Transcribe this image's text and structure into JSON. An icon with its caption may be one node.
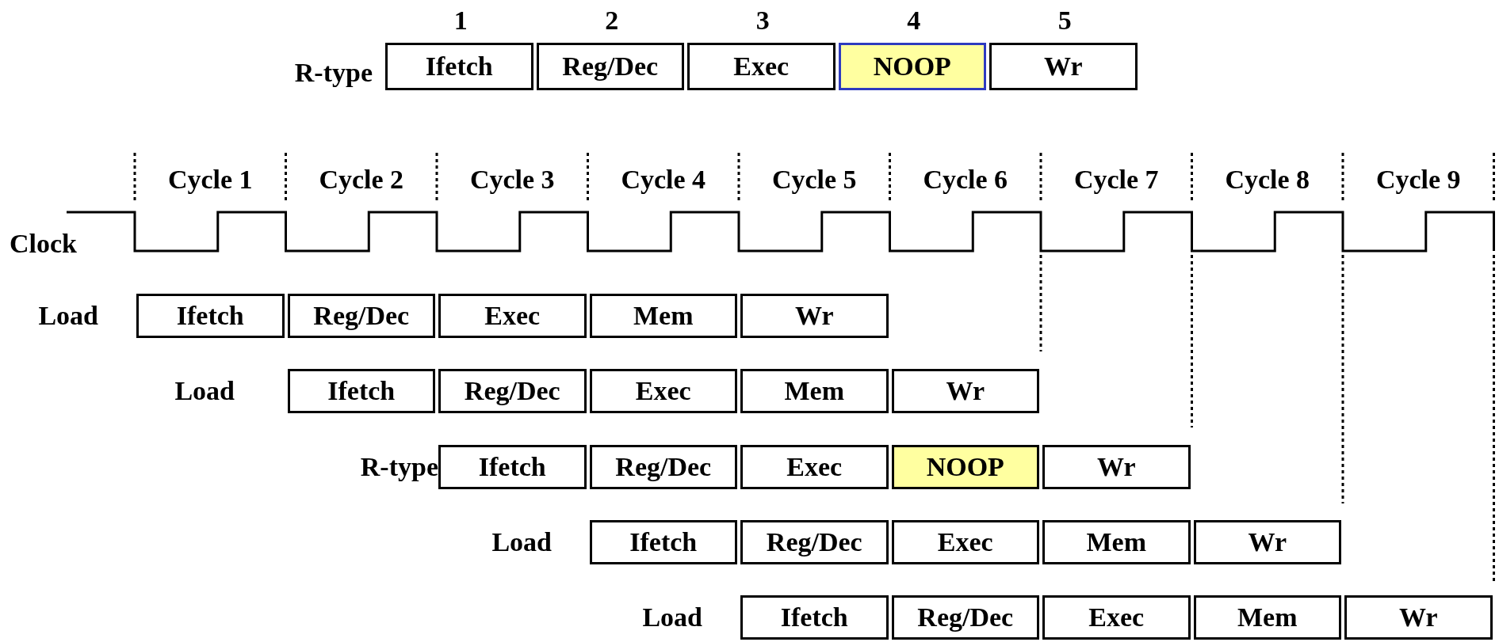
{
  "diagram": {
    "nodes": [
      {
        "text": [
          "Ifetch"
        ]
      },
      {
        "text": [
          "Reg/Dec"
        ]
      },
      {
        "text": [
          "Exec"
        ]
      },
      {
        "text": [
          "NOOP"
        ]
      },
      {
        "text": [
          "Wr"
        ]
      },
      {
        "text": [
          "Ifetch"
        ]
      },
      {
        "text": [
          "Reg/Dec"
        ]
      },
      {
        "text": [
          "Exec"
        ]
      },
      {
        "text": [
          "Mem"
        ]
      },
      {
        "text": [
          "Wr"
        ]
      },
      {
        "text": [
          "Ifetch"
        ]
      },
      {
        "text": [
          "Reg/Dec"
        ]
      },
      {
        "text": [
          "Exec"
        ]
      },
      {
        "text": [
          "Mem"
        ]
      },
      {
        "text": [
          "Wr"
        ]
      },
      {
        "text": [
          "Ifetch"
        ]
      },
      {
        "text": [
          "Reg/Dec"
        ]
      },
      {
        "text": [
          "Exec"
        ]
      },
      {
        "text": [
          "NOOP"
        ]
      },
      {
        "text": [
          "Wr"
        ]
      },
      {
        "text": [
          "Ifetch"
        ]
      },
      {
        "text": [
          "Reg/Dec"
        ]
      },
      {
        "text": [
          "Exec"
        ]
      },
      {
        "text": [
          "Mem"
        ]
      },
      {
        "text": [
          "Wr"
        ]
      },
      {
        "text": [
          "Ifetch"
        ]
      },
      {
        "text": [
          "Reg/Dec"
        ]
      },
      {
        "text": [
          "Exec"
        ]
      },
      {
        "text": [
          "Mem"
        ]
      },
      {
        "text": [
          "Wr"
        ]
      }
    ],
    "labels": [
      "1",
      "2",
      "3",
      "4",
      "5",
      "R-type",
      "Cycle 1",
      "Cycle 2",
      "Cycle 3",
      "Cycle 4",
      "Cycle 5",
      "Cycle 6",
      "Cycle 7",
      "Cycle 8",
      "Cycle 9",
      "Clock",
      "Load",
      "Load",
      "R-type",
      "Load",
      "Load"
    ]
  }
}
